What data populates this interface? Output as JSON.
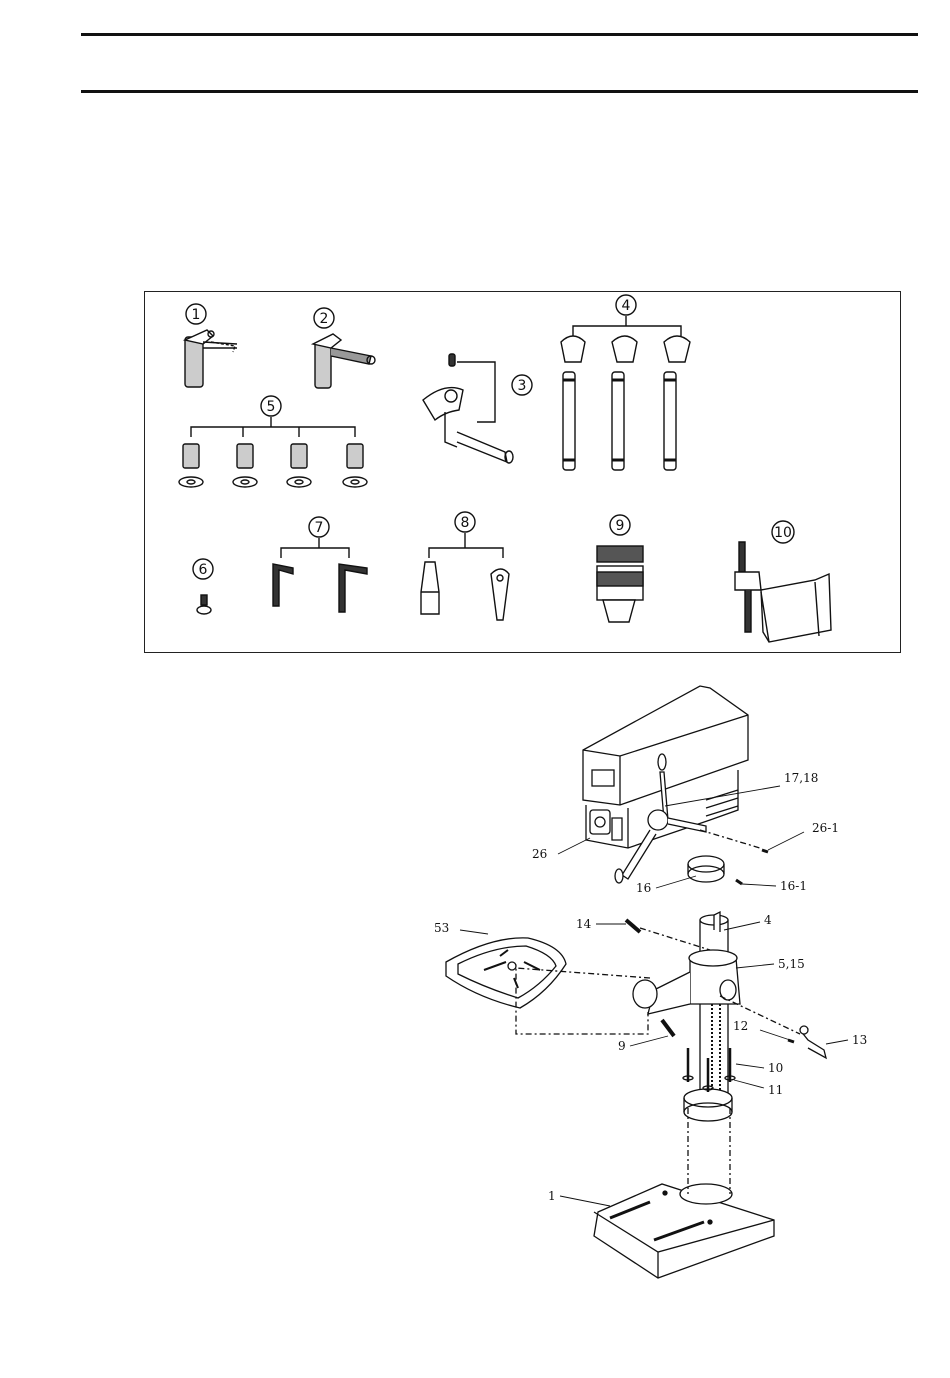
{
  "colors": {
    "ink": "#111111",
    "paper": "#ffffff"
  },
  "parts_kit": {
    "numbers": [
      "1",
      "2",
      "3",
      "4",
      "5",
      "6",
      "7",
      "8",
      "9",
      "10"
    ]
  },
  "assembly": {
    "labels": [
      "17,18",
      "26-1",
      "26",
      "16",
      "16-1",
      "14",
      "4",
      "53",
      "5,15",
      "12",
      "13",
      "9",
      "10",
      "11",
      "1"
    ]
  }
}
